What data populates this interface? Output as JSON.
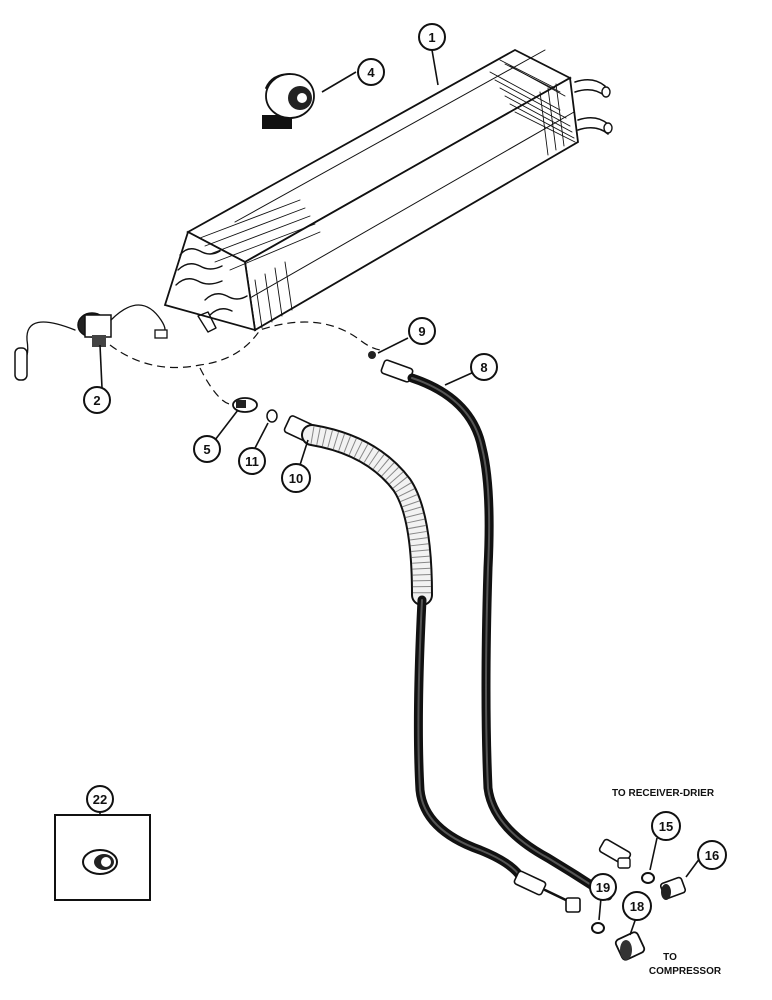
{
  "callouts": [
    {
      "id": "c1",
      "label": "1"
    },
    {
      "id": "c2",
      "label": "2"
    },
    {
      "id": "c4",
      "label": "4"
    },
    {
      "id": "c5",
      "label": "5"
    },
    {
      "id": "c8",
      "label": "8"
    },
    {
      "id": "c9",
      "label": "9"
    },
    {
      "id": "c10",
      "label": "10"
    },
    {
      "id": "c11",
      "label": "11"
    },
    {
      "id": "c15",
      "label": "15"
    },
    {
      "id": "c16",
      "label": "16"
    },
    {
      "id": "c18",
      "label": "18"
    },
    {
      "id": "c19",
      "label": "19"
    },
    {
      "id": "c22",
      "label": "22"
    }
  ],
  "notes": {
    "receiver_drier": "TO RECEIVER-DRIER",
    "compressor_line1": "TO",
    "compressor_line2": "COMPRESSOR"
  }
}
